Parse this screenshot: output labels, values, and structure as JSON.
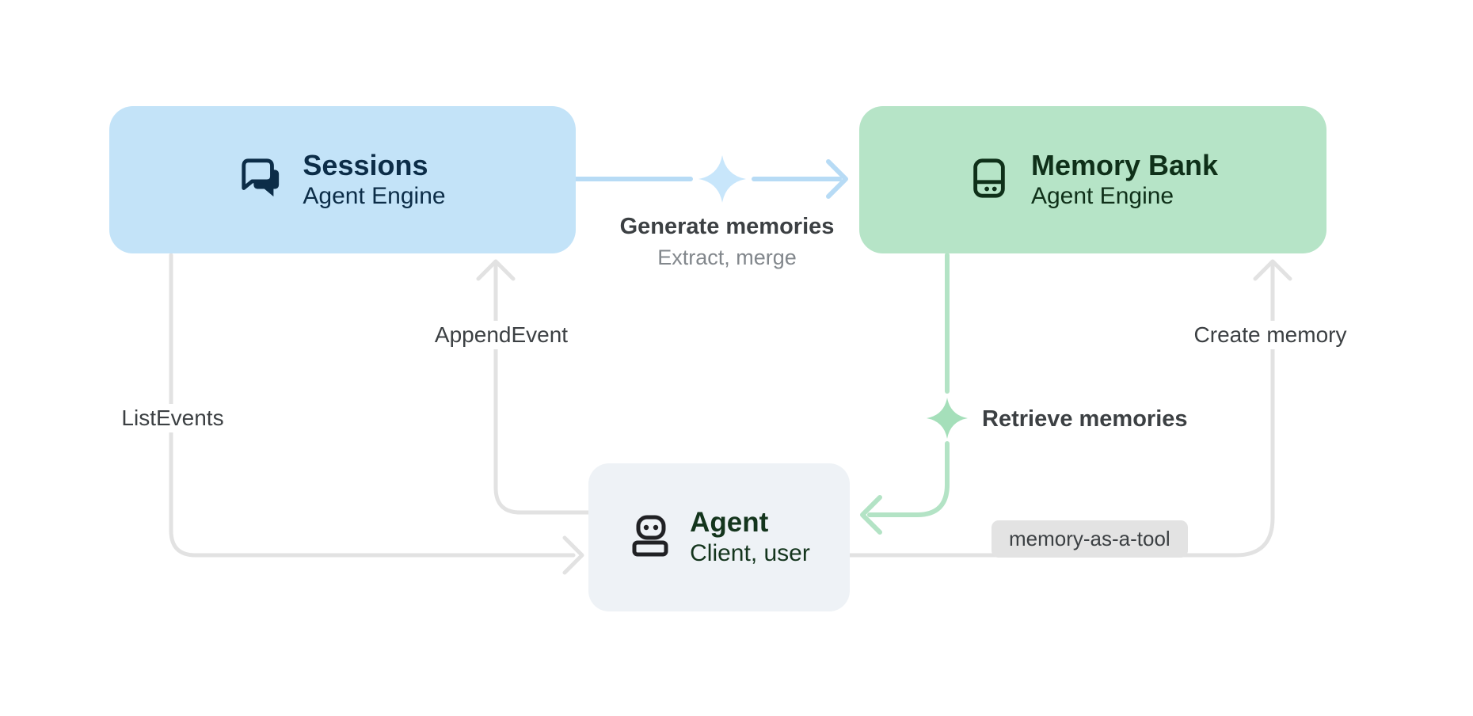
{
  "nodes": {
    "sessions": {
      "title": "Sessions",
      "subtitle": "Agent Engine",
      "icon": "chat-bubbles-icon",
      "fill": "#c3e3f8",
      "text_color": "#0c2d48"
    },
    "memory_bank": {
      "title": "Memory Bank",
      "subtitle": "Agent Engine",
      "icon": "storage-icon",
      "fill": "#b6e4c7",
      "text_color": "#0f3019"
    },
    "agent": {
      "title": "Agent",
      "subtitle": "Client, user",
      "icon": "robot-icon",
      "fill": "#eef2f6",
      "text_color": "#14351d"
    }
  },
  "edges": {
    "generate_memories": {
      "label": "Generate memories",
      "sublabel": "Extract, merge",
      "from": "sessions",
      "to": "memory_bank",
      "color": "#b7dbf5",
      "icon": "sparkle-icon"
    },
    "append_event": {
      "label": "AppendEvent",
      "from": "agent",
      "to": "sessions",
      "color": "#e2e2e2"
    },
    "list_events": {
      "label": "ListEvents",
      "from": "sessions",
      "to": "agent",
      "color": "#e2e2e2"
    },
    "retrieve_memories": {
      "label": "Retrieve memories",
      "from": "memory_bank",
      "to": "agent",
      "color": "#b3e3c5",
      "icon": "sparkle-icon"
    },
    "create_memory": {
      "label": "Create memory",
      "badge": "memory-as-a-tool",
      "from": "agent",
      "to": "memory_bank",
      "color": "#e2e2e2"
    }
  },
  "colors": {
    "background": "#ffffff",
    "gray_line": "#e2e2e2",
    "blue_line": "#b7dbf5",
    "blue_sparkle": "#c8e6fb",
    "green_line": "#b3e3c5",
    "green_sparkle": "#a5dfba",
    "label_text": "#3c4043",
    "sublabel_text": "#82878c",
    "badge_bg": "#e3e3e3"
  }
}
